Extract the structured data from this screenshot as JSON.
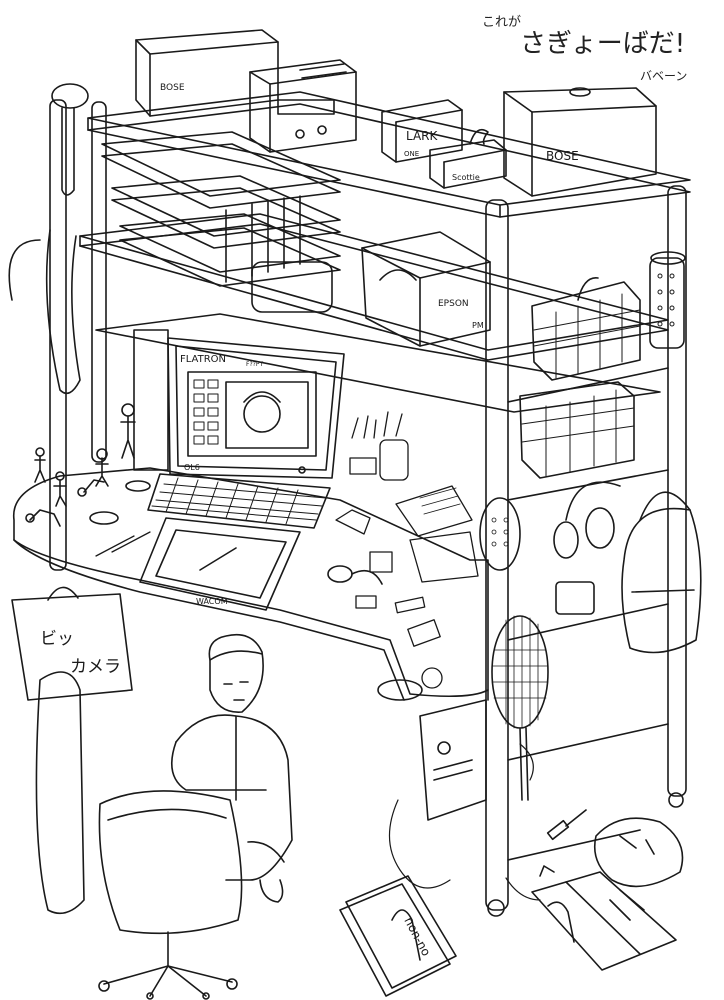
{
  "caption": {
    "line_small": "これが",
    "line_main": "さぎょーばだ!",
    "line_tail": "バベーン"
  },
  "labels": {
    "bose_top": "BOSE",
    "bose_right": "BOSE",
    "lark_title": "LARK",
    "lark_sub": "ONE",
    "scottie": "Scottie",
    "epson": "EPSON",
    "printer_model": "PM",
    "flatron": "FLATRON",
    "flatron_sub": "F??PT",
    "lg_badge": "OL6",
    "wacom": "WACOM",
    "bic_line1": "ビッ",
    "bic_line2": "カメラ",
    "magazine": "non-no"
  },
  "icons": [
    "rack-shelf-icon",
    "speaker-icon",
    "stereo-icon",
    "paper-tray-icon",
    "printer-icon",
    "monitor-icon",
    "keyboard-icon",
    "pen-tablet-icon",
    "mouse-icon",
    "figurine-icon",
    "basket-icon",
    "tennis-racket-icon",
    "headphones-icon",
    "bag-icon",
    "desk-lamp-icon",
    "office-chair-icon",
    "person-icon",
    "magazine-icon",
    "screwdriver-icon",
    "shopping-bag-icon",
    "pc-tower-icon",
    "tissue-box-icon"
  ]
}
